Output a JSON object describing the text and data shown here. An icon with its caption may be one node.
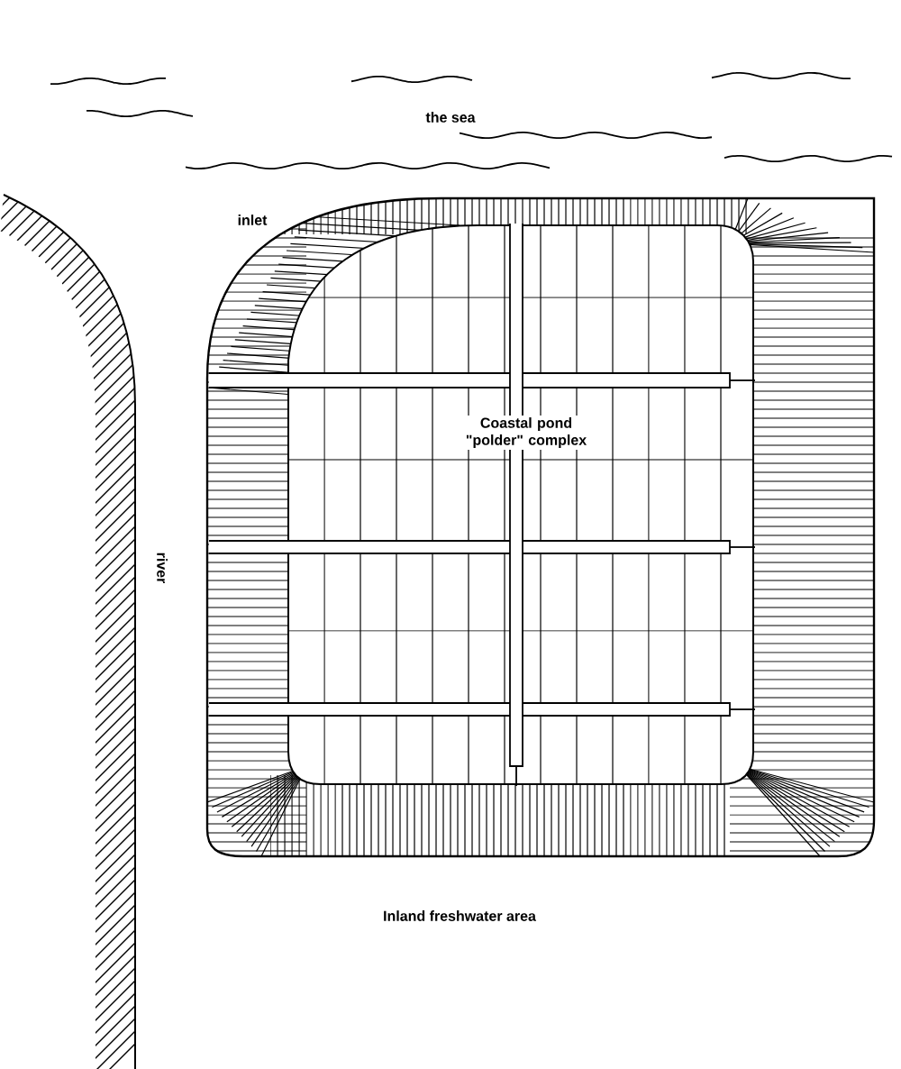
{
  "diagram": {
    "labels": [
      "the sea",
      "inlet",
      "Coastal pond \"polder\" complex",
      "river",
      "Inland freshwater area"
    ]
  }
}
